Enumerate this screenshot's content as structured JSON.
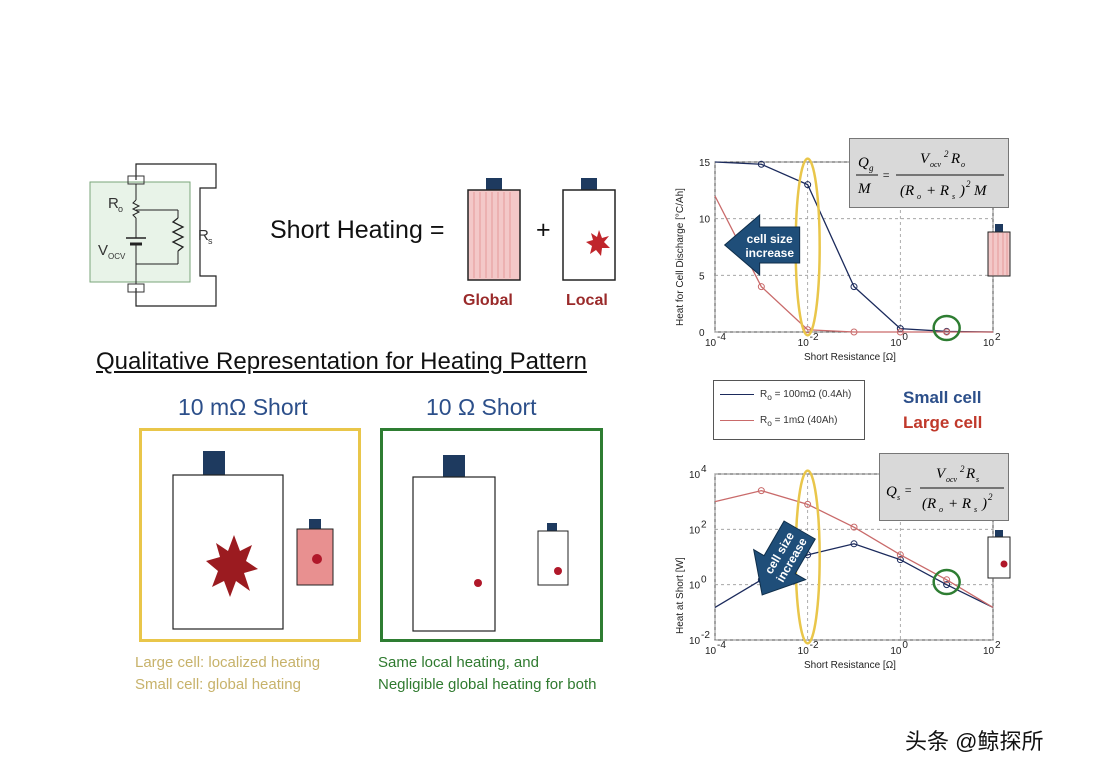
{
  "circuit": {
    "r_o_label": "R",
    "r_o_sub": "o",
    "v_label": "V",
    "v_sub": "OCV",
    "r_s_label": "R",
    "r_s_sub": "s"
  },
  "equation": {
    "title": "Short Heating =",
    "plus": "+",
    "global_label": "Global",
    "local_label": "Local"
  },
  "qualitative": {
    "title": "Qualitative Representation for Heating Pattern",
    "short1_title": "10 mΩ Short",
    "short2_title": "10 Ω Short",
    "short1_caption_line1": "Large cell: localized heating",
    "short1_caption_line2": "Small cell: global heating",
    "short2_caption_line1": "Same local heating, and",
    "short2_caption_line2": "Negligible global heating for both",
    "box1_color": "#e9c64a",
    "box2_color": "#2e7d32"
  },
  "legend": {
    "row1": "R",
    "row1_sub": "o",
    "row1_rest": "= 100mΩ (0.4Ah)",
    "row2": "R",
    "row2_sub": "o",
    "row2_rest": "= 1mΩ (40Ah)",
    "small_cell": "Small cell",
    "large_cell": "Large cell",
    "small_color": "#1b2a5c",
    "large_color": "#c96a6a"
  },
  "top_chart": {
    "ylabel": "Heat for Cell Discharge [°C/Ah]",
    "xlabel": "Short Resistance [Ω]",
    "yticks": [
      "0",
      "5",
      "10",
      "15"
    ],
    "xticks": [
      "10",
      "10",
      "10",
      "10"
    ],
    "xtick_exp": [
      "-4",
      "-2",
      "0",
      "2"
    ],
    "arrow_label": "cell size increase",
    "equation_lhs_num": "Q",
    "equation_lhs_sub": "g",
    "equation_lhs_den": "M",
    "equation_num": "V",
    "equation_num_sub": "ocv",
    "equation_num_rest": "R",
    "equation_num_rest_sub": "o",
    "equation_den": "(R",
    "equation_den_sub1": "o",
    "equation_den_mid": "+ R",
    "equation_den_sub2": "s",
    "equation_den_end": ")",
    "equation_den_M": "M"
  },
  "bottom_chart": {
    "ylabel": "Heat at Short [W]",
    "xlabel": "Short Resistance [Ω]",
    "yticks": [
      "10",
      "10",
      "10",
      "10"
    ],
    "ytick_exp": [
      "-2",
      "0",
      "2",
      "4"
    ],
    "xticks": [
      "10",
      "10",
      "10",
      "10"
    ],
    "xtick_exp": [
      "-4",
      "-2",
      "0",
      "2"
    ],
    "arrow_label": "cell size increase",
    "equation_lhs": "Q",
    "equation_lhs_sub": "s",
    "equation_num": "V",
    "equation_num_sub": "ocv",
    "equation_num_rest": "R",
    "equation_num_rest_sub": "s",
    "equation_den": "(R",
    "equation_den_sub1": "o",
    "equation_den_mid": "+ R",
    "equation_den_sub2": "s",
    "equation_den_end": ")"
  },
  "chart_data": [
    {
      "type": "line",
      "x_scale": "log",
      "x": [
        0.0001,
        0.001,
        0.01,
        0.1,
        1,
        10,
        100
      ],
      "xlabel": "Short Resistance [Ω]",
      "ylabel": "Heat for Cell Discharge [°C/Ah]",
      "ylim": [
        0,
        15
      ],
      "series": [
        {
          "name": "R_o = 100mΩ (0.4Ah)",
          "values": [
            15,
            14.8,
            13,
            4,
            0.3,
            0.05,
            0
          ]
        },
        {
          "name": "R_o = 1mΩ (40Ah)",
          "values": [
            12,
            4,
            0.2,
            0,
            0,
            0,
            0
          ]
        }
      ]
    },
    {
      "type": "line",
      "x_scale": "log",
      "y_scale": "log",
      "x": [
        0.0001,
        0.001,
        0.01,
        0.1,
        1,
        10,
        100
      ],
      "xlabel": "Short Resistance [Ω]",
      "ylabel": "Heat at Short [W]",
      "ylim": [
        0.01,
        10000
      ],
      "series": [
        {
          "name": "R_o = 100mΩ (0.4Ah)",
          "values": [
            0.15,
            1.5,
            12,
            30,
            8,
            1,
            0.15
          ]
        },
        {
          "name": "R_o = 1mΩ (40Ah)",
          "values": [
            1000,
            2500,
            800,
            120,
            12,
            1.5,
            0.15
          ]
        }
      ]
    }
  ]
}
